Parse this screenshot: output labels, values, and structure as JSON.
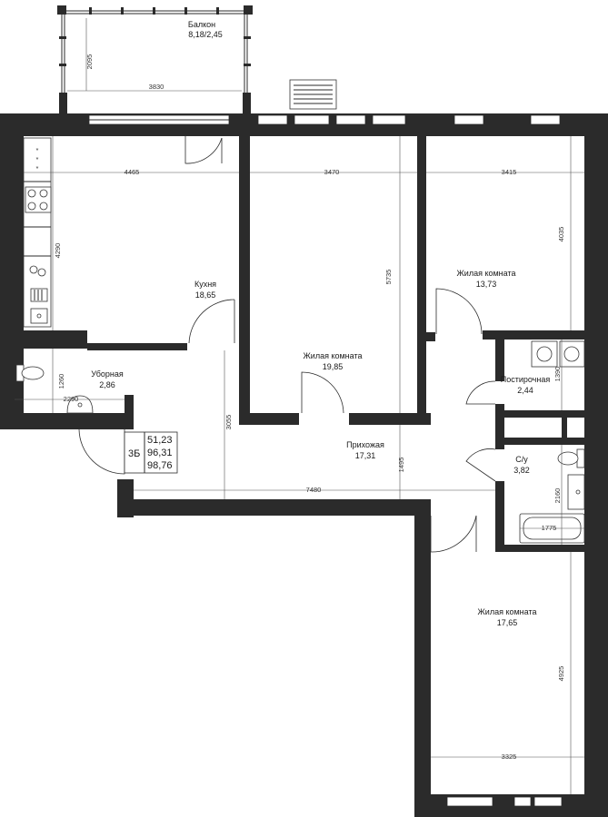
{
  "rooms": {
    "balcony": {
      "name": "Балкон",
      "area": "8,18/2,45"
    },
    "kitchen": {
      "name": "Кухня",
      "area": "18,65"
    },
    "toilet": {
      "name": "Уборная",
      "area": "2,86"
    },
    "living1": {
      "name": "Жилая комната",
      "area": "19,85"
    },
    "living2": {
      "name": "Жилая комната",
      "area": "13,73"
    },
    "laundry": {
      "name": "Постирочная",
      "area": "2,44"
    },
    "hall": {
      "name": "Прихожая",
      "area": "17,31"
    },
    "bath": {
      "name": "С/у",
      "area": "3,82"
    },
    "living3": {
      "name": "Жилая комната",
      "area": "17,65"
    }
  },
  "dimensions": {
    "balcony_w": "3830",
    "balcony_h": "2095",
    "kitchen_w": "4465",
    "kitchen_h": "4290",
    "living1_w": "3470",
    "living1_h": "5735",
    "living2_w": "3415",
    "living2_h": "4035",
    "toilet_w": "2290",
    "toilet_h": "1260",
    "laundry_h": "1390",
    "hall_w": "7480",
    "hall_h1": "3055",
    "hall_h2": "1495",
    "bath_h": "2160",
    "bath_tub": "1775",
    "living3_w": "3325",
    "living3_h": "4925"
  },
  "summary": {
    "type": "3Б",
    "living_area": "51,23",
    "total_area": "96,31",
    "total_area_balcony": "98,76"
  },
  "colors": {
    "wall": "#2b2b2b"
  }
}
